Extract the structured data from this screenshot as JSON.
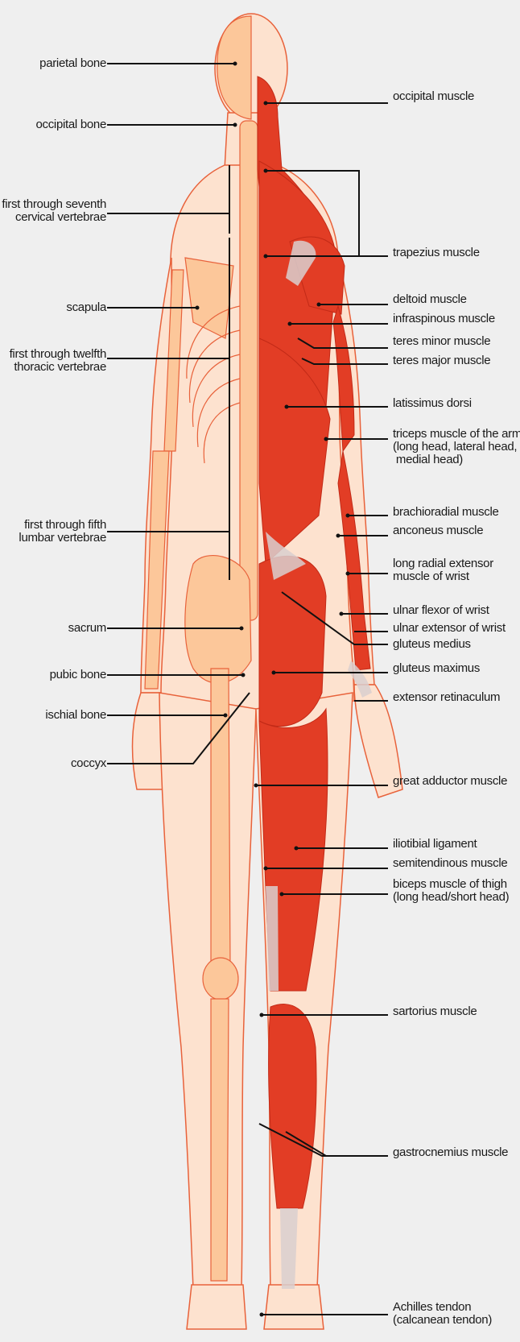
{
  "diagram": {
    "left_labels": [
      {
        "id": "parietal",
        "text": "parietal bone"
      },
      {
        "id": "occipital-bone",
        "text": "occipital bone"
      },
      {
        "id": "cervical",
        "text": "first through seventh\ncervical vertebrae"
      },
      {
        "id": "scapula",
        "text": "scapula"
      },
      {
        "id": "thoracic",
        "text": "first through twelfth\nthoracic vertebrae"
      },
      {
        "id": "lumbar",
        "text": "first through fifth\nlumbar vertebrae"
      },
      {
        "id": "sacrum",
        "text": "sacrum"
      },
      {
        "id": "pubic",
        "text": "pubic bone"
      },
      {
        "id": "ischial",
        "text": "ischial bone"
      },
      {
        "id": "coccyx",
        "text": "coccyx"
      }
    ],
    "right_labels": [
      {
        "id": "occipital-muscle",
        "text": "occipital muscle"
      },
      {
        "id": "trapezius",
        "text": "trapezius muscle"
      },
      {
        "id": "deltoid",
        "text": "deltoid muscle"
      },
      {
        "id": "infraspinous",
        "text": "infraspinous muscle"
      },
      {
        "id": "teres-minor",
        "text": "teres minor muscle"
      },
      {
        "id": "teres-major",
        "text": "teres major muscle"
      },
      {
        "id": "latissimus",
        "text": "latissimus dorsi"
      },
      {
        "id": "triceps",
        "text": "triceps muscle of the arm\n(long head, lateral head,\n medial head)"
      },
      {
        "id": "brachioradial",
        "text": "brachioradial muscle"
      },
      {
        "id": "anconeus",
        "text": "anconeus muscle"
      },
      {
        "id": "long-radial",
        "text": "long radial extensor\nmuscle of wrist"
      },
      {
        "id": "ulnar-flexor",
        "text": "ulnar flexor of wrist"
      },
      {
        "id": "ulnar-extensor",
        "text": "ulnar extensor of wrist"
      },
      {
        "id": "gluteus-medius",
        "text": "gluteus medius"
      },
      {
        "id": "gluteus-maximus",
        "text": "gluteus maximus"
      },
      {
        "id": "extensor-retinaculum",
        "text": "extensor retinaculum"
      },
      {
        "id": "great-adductor",
        "text": "great adductor muscle"
      },
      {
        "id": "iliotibial",
        "text": "iliotibial ligament"
      },
      {
        "id": "semitendinous",
        "text": "semitendinous muscle"
      },
      {
        "id": "biceps-thigh",
        "text": "biceps muscle of thigh\n(long head/short head)"
      },
      {
        "id": "sartorius",
        "text": "sartorius muscle"
      },
      {
        "id": "gastrocnemius",
        "text": "gastrocnemius muscle"
      },
      {
        "id": "achilles",
        "text": "Achilles tendon\n(calcanean tendon)"
      }
    ]
  },
  "colors": {
    "background": "#efefef",
    "skin": "#fde2cf",
    "bone": "#fcc79a",
    "outline": "#e8623b",
    "muscle": "#e23d25",
    "muscle_dark": "#c22a17",
    "tendon": "#d9cfcf",
    "leader_line": "#111111"
  }
}
